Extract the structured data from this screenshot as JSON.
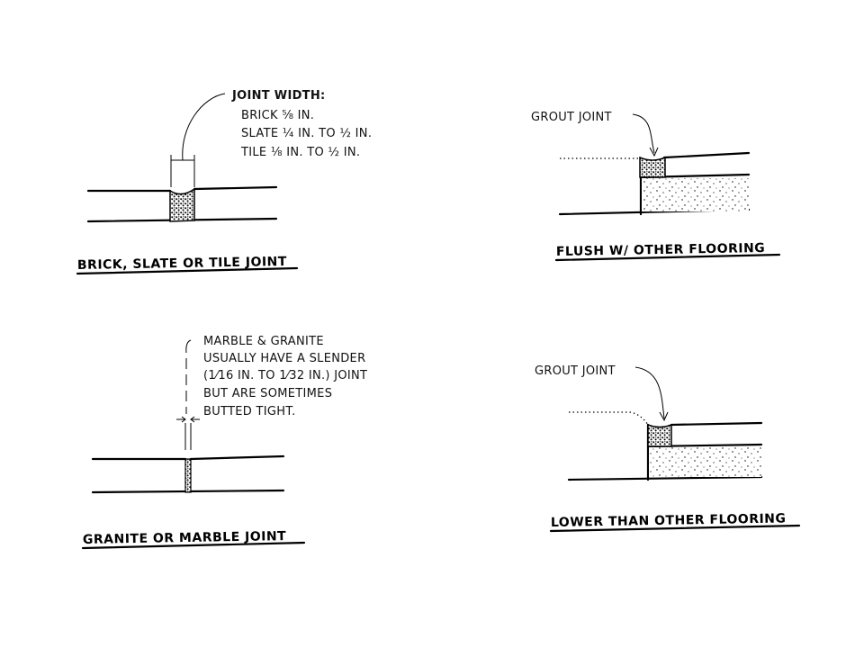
{
  "panels": {
    "brick": {
      "title": "BRICK, SLATE OR TILE JOINT",
      "note_heading": "JOINT WIDTH:",
      "note_lines": [
        "BRICK ⅝ IN.",
        "SLATE ¼ IN. TO ½ IN.",
        "TILE ⅛ IN. TO ½ IN."
      ]
    },
    "flush": {
      "title": "FLUSH W/ OTHER FLOORING",
      "callout": "GROUT JOINT"
    },
    "granite": {
      "title": "GRANITE OR MARBLE JOINT",
      "note_lines": [
        "MARBLE & GRANITE",
        "USUALLY HAVE A SLENDER",
        "(1⁄16 IN. TO 1⁄32 IN.) JOINT",
        "BUT ARE SOMETIMES",
        "BUTTED TIGHT."
      ]
    },
    "lower": {
      "title": "LOWER THAN OTHER FLOORING",
      "callout": "GROUT JOINT"
    }
  }
}
